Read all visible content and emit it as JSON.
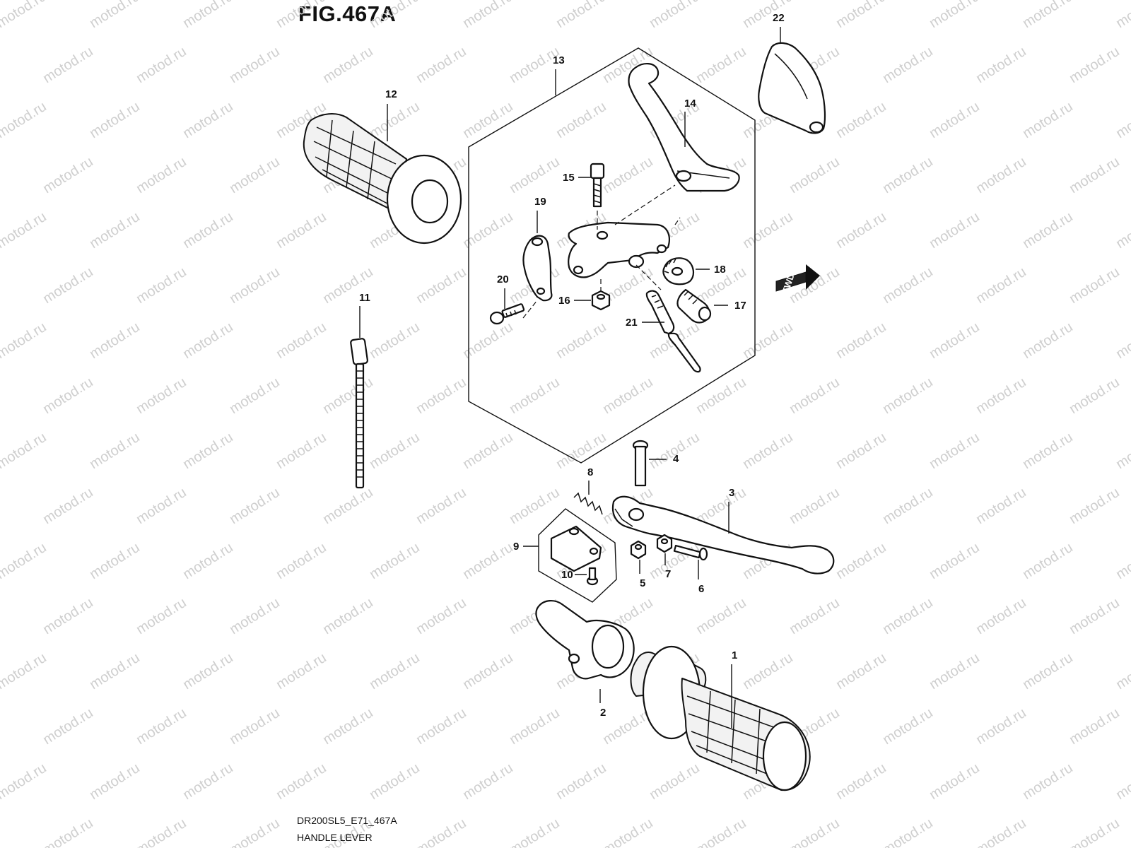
{
  "figure": {
    "title": "FIG.467A",
    "code": "DR200SL5_E71_467A",
    "name": "HANDLE LEVER"
  },
  "watermark": {
    "text": "motod.ru"
  },
  "fwd_label": "FWD",
  "callouts": [
    "1",
    "2",
    "3",
    "4",
    "5",
    "6",
    "7",
    "8",
    "9",
    "10",
    "11",
    "12",
    "13",
    "14",
    "15",
    "16",
    "17",
    "18",
    "19",
    "20",
    "21",
    "22"
  ]
}
